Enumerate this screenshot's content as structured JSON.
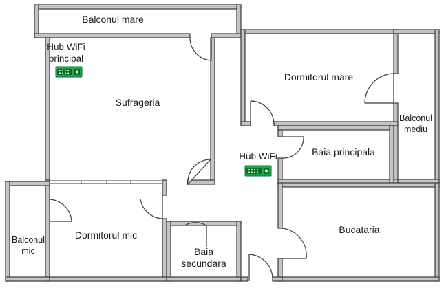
{
  "rooms": {
    "balcony_large": "Balconul mare",
    "living_room": "Sufrageria",
    "master_bedroom": "Dormitorul mare",
    "balcony_medium_1": "Balconul",
    "balcony_medium_2": "mediu",
    "main_bathroom": "Baia principala",
    "balcony_small_1": "Balconul",
    "balcony_small_2": "mic",
    "small_bedroom": "Dormitorul mic",
    "second_bath_1": "Baia",
    "second_bath_2": "secundara",
    "kitchen": "Bucataria"
  },
  "devices": {
    "main_hub_line1": "Hub WiFi",
    "main_hub_line2": "principal",
    "hub": "Hub WiFi"
  },
  "colors": {
    "wall_fill": "#c4c4c4",
    "wall_stroke": "#3a3a3a",
    "router_body": "#1fa84a",
    "router_dark": "#0c6a2c",
    "text": "#1a1a1a"
  }
}
